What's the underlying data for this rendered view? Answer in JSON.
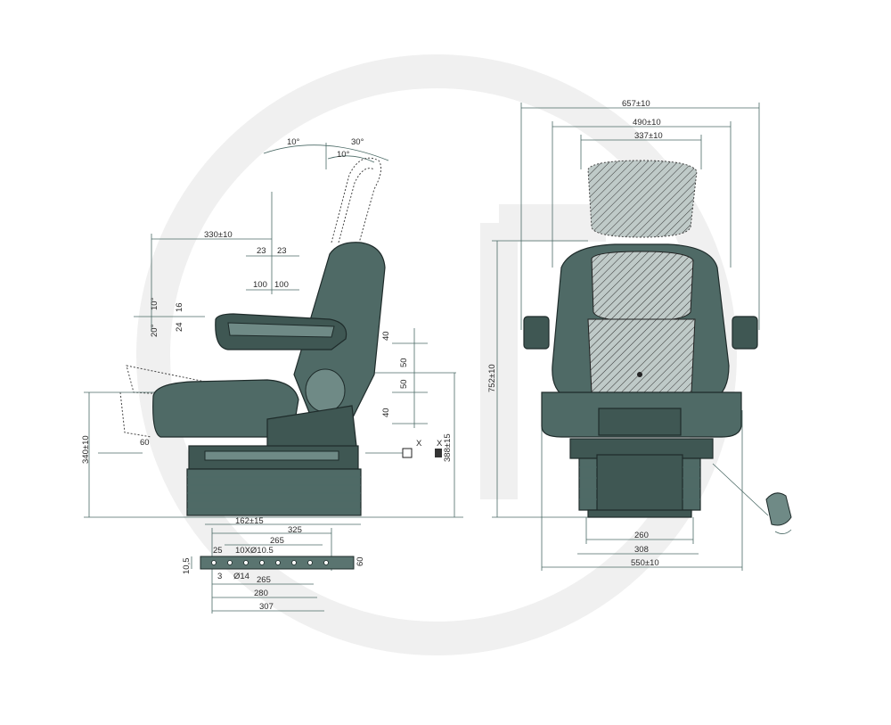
{
  "colors": {
    "seat_body": "#4f6a66",
    "seat_dark": "#3f5753",
    "dimension_line": "#4b6a66",
    "watermark": "#f1f1f1"
  },
  "side_view": {
    "angle_10": "10°",
    "angle_30": "30°",
    "angle_10b": "10°",
    "depth": "330±10",
    "backrest_23a": "23",
    "backrest_23b": "23",
    "armrest_100a": "100",
    "armrest_100b": "100",
    "arm_angle_10": "10°",
    "arm_angle_20": "20°",
    "arm_16": "16",
    "arm_24": "24",
    "v40a": "40",
    "v50a": "50",
    "v50b": "50",
    "v40b": "40",
    "height_340": "340±10",
    "height_388": "388±15",
    "cushion_60": "60",
    "width_162": "162±15",
    "connector_x1": "X",
    "connector_x2": "X"
  },
  "base_plate": {
    "d325": "325",
    "d265_top": "265",
    "d25": "25",
    "holes": "10XØ10.5",
    "d60": "60",
    "d10_5": "10,5",
    "d3": "3",
    "d14": "Ø14",
    "d265_bottom": "265",
    "d280": "280",
    "d307": "307"
  },
  "front_view": {
    "w657": "657±10",
    "w490": "490±10",
    "w337": "337±10",
    "h752": "752±10",
    "w260": "260",
    "w308": "308",
    "w550": "550±10"
  }
}
